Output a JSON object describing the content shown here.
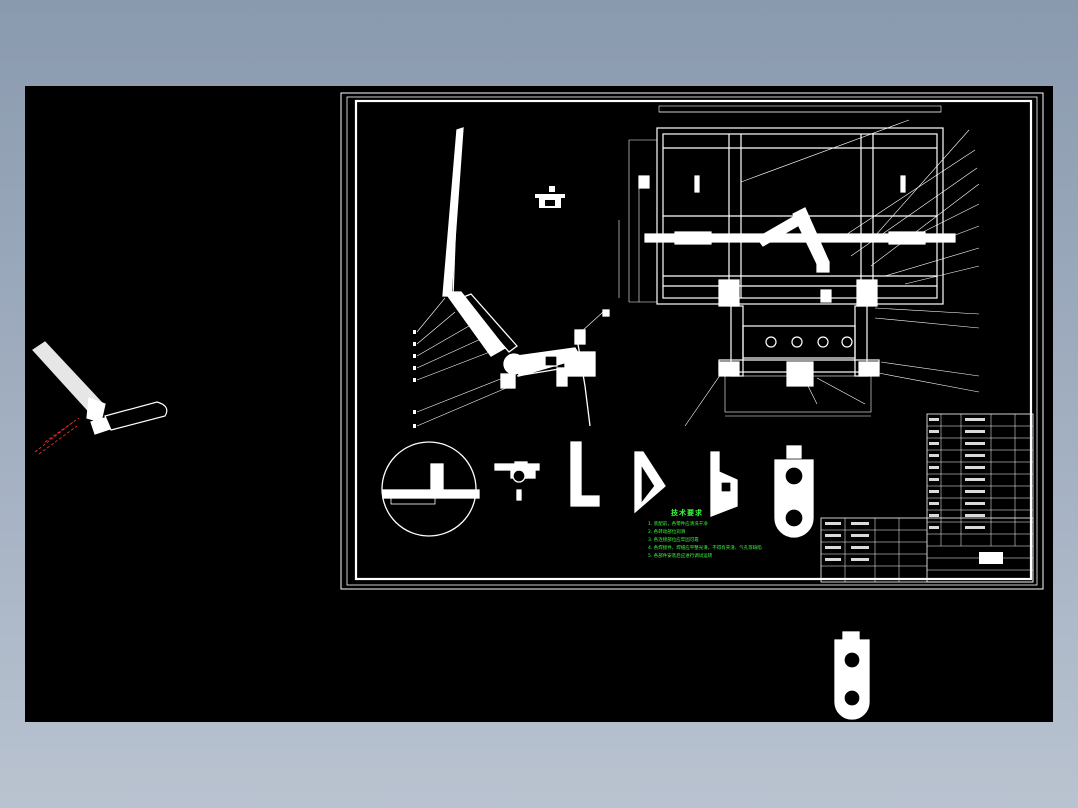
{
  "title_block": {
    "tech_title": "技术要求",
    "tech_notes": [
      "1. 装配前，各零件应清洗干净",
      "2. 各转动部位润滑",
      "3. 各连接部位应牢固可靠",
      "4. 各焊接件，焊缝应平整光滑，不得有夹渣、气孔等缺陷",
      "5. 各部件安装后应进行调试运转"
    ]
  },
  "colors": {
    "background": "#000000",
    "line": "#ffffff",
    "note_text": "#3cff3c",
    "dimension_red": "#ff3030"
  },
  "icons": [
    "cad-drawing-sheet"
  ]
}
